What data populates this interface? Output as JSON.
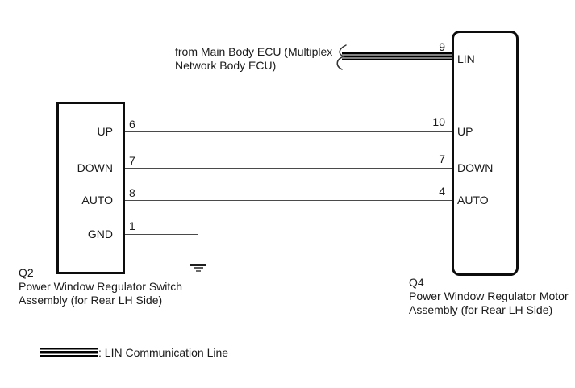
{
  "diagram": {
    "ecu_note": {
      "line1": "from Main Body ECU (Multiplex",
      "line2": "Network Body ECU)"
    },
    "switch_box": {
      "id": "Q2",
      "name_line1": "Power Window Regulator Switch",
      "name_line2": "Assembly (for Rear LH Side)",
      "pins": [
        {
          "num": "6",
          "label": "UP"
        },
        {
          "num": "7",
          "label": "DOWN"
        },
        {
          "num": "8",
          "label": "AUTO"
        },
        {
          "num": "1",
          "label": "GND"
        }
      ]
    },
    "motor_box": {
      "id": "Q4",
      "name_line1": "Power Window Regulator Motor",
      "name_line2": "Assembly (for Rear LH Side)",
      "pins": [
        {
          "num": "9",
          "label": "LIN"
        },
        {
          "num": "10",
          "label": "UP"
        },
        {
          "num": "7",
          "label": "DOWN"
        },
        {
          "num": "4",
          "label": "AUTO"
        }
      ]
    },
    "legend": {
      "label": ": LIN Communication Line"
    },
    "colors": {
      "wire": "#4a4a4a",
      "outline": "#0d0d0d",
      "lin_line": "#000000",
      "background": "#ffffff"
    }
  }
}
